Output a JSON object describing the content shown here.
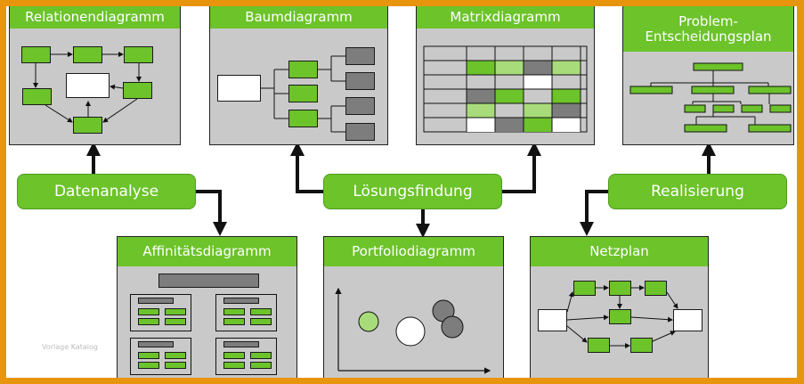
{
  "diagram": {
    "panels": {
      "relationendiagramm": "Relationendiagramm",
      "baumdiagramm": "Baumdiagramm",
      "matrixdiagramm": "Matrixdiagramm",
      "problem_line1": "Problem-",
      "problem_line2": "Entscheidungsplan",
      "affinitaetsdiagramm": "Affinitätsdiagramm",
      "portfoliodiagramm": "Portfoliodiagramm",
      "netzplan": "Netzplan"
    },
    "pills": {
      "datenanalyse": "Datenanalyse",
      "loesungsfindung": "Lösungsfindung",
      "realisierung": "Realisierung"
    },
    "watermark": "Vorlage Katalog",
    "colors": {
      "frame": "#e8950e",
      "green": "#6cc32a",
      "panel": "#c9c9c9",
      "dark": "#7d7d7d"
    }
  }
}
